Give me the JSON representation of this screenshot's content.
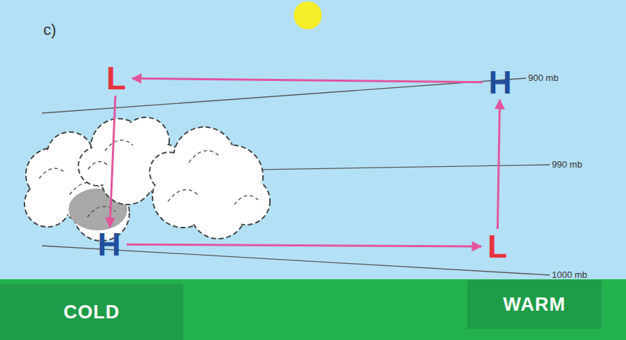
{
  "diagram": {
    "nodes": [
      {
        "text": [
          "L"
        ]
      },
      {
        "text": [
          "H"
        ]
      },
      {
        "text": [
          "H"
        ]
      },
      {
        "text": [
          "L"
        ]
      },
      {
        "text": [
          "COLD"
        ]
      },
      {
        "text": [
          "WARM"
        ]
      }
    ],
    "edges": [
      {
        "from": 1,
        "to": 0,
        "arrow": "to"
      },
      {
        "from": 0,
        "to": 2,
        "arrow": "to"
      },
      {
        "from": 2,
        "to": 3,
        "arrow": "to"
      },
      {
        "from": 3,
        "to": 1,
        "arrow": "to"
      }
    ],
    "labels": [
      "c)",
      "900 mb",
      "990 mb",
      "1000 mb"
    ]
  }
}
